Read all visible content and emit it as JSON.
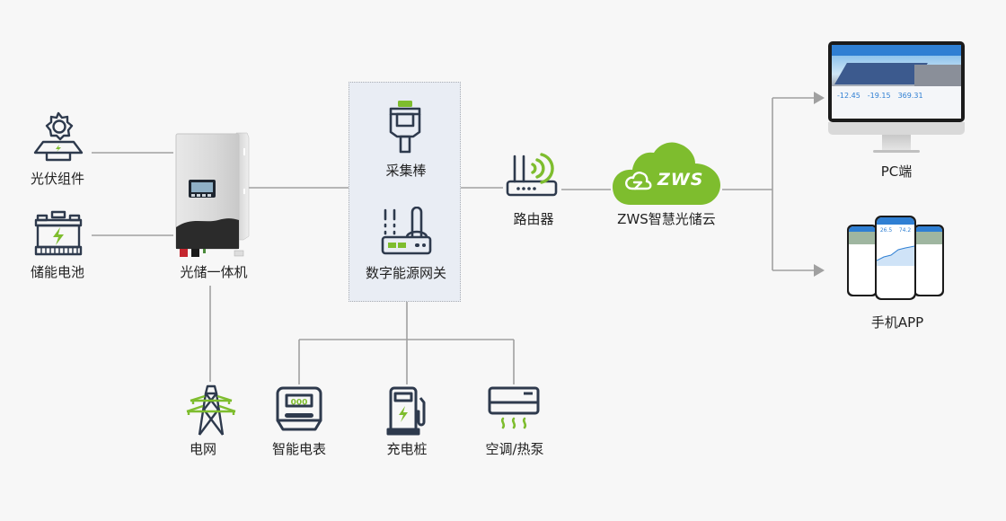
{
  "colors": {
    "background": "#f7f7f7",
    "icon_dark": "#2e3a4d",
    "accent_green": "#7ebd2e",
    "line_gray": "#a0a0a0",
    "gateway_box_fill": "#e9edf4"
  },
  "nodes": {
    "pv_module": {
      "label": "光伏组件",
      "icon": "solar-panel-icon"
    },
    "battery": {
      "label": "储能电池",
      "icon": "battery-icon"
    },
    "hybrid_inverter": {
      "label": "光储一体机",
      "icon": "inverter-device"
    },
    "collector_stick": {
      "label": "采集棒",
      "icon": "data-stick-icon"
    },
    "energy_gateway": {
      "label": "数字能源网关",
      "icon": "gateway-icon"
    },
    "router": {
      "label": "路由器",
      "icon": "router-icon"
    },
    "cloud": {
      "label": "ZWS智慧光储云",
      "logo_text": "ZWS",
      "icon": "cloud-icon"
    },
    "pc": {
      "label": "PC端",
      "icon": "monitor-icon"
    },
    "mobile_app": {
      "label": "手机APP",
      "icon": "phone-icon"
    },
    "grid": {
      "label": "电网",
      "icon": "power-tower-icon"
    },
    "smart_meter": {
      "label": "智能电表",
      "icon": "meter-icon",
      "display": "000"
    },
    "charger": {
      "label": "充电桩",
      "icon": "ev-charger-icon"
    },
    "hvac": {
      "label": "空调/热泵",
      "icon": "air-conditioner-icon"
    }
  },
  "pc_screen": {
    "stats": [
      "-12.45",
      "-19.15",
      "369.31"
    ]
  },
  "app_screen": {
    "stats": [
      "26.5",
      "74.2"
    ]
  }
}
